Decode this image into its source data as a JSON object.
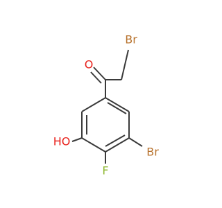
{
  "molecule": {
    "atoms": {
      "br_top": "Br",
      "o_carbonyl": "O",
      "br_ring": "Br",
      "o_hydroxyl": "HO",
      "f_ring": "F"
    }
  },
  "colors": {
    "bond": "#3a3a3a",
    "bromine": "#b8732e",
    "oxygen": "#e8211b",
    "fluorine": "#8fb833"
  }
}
